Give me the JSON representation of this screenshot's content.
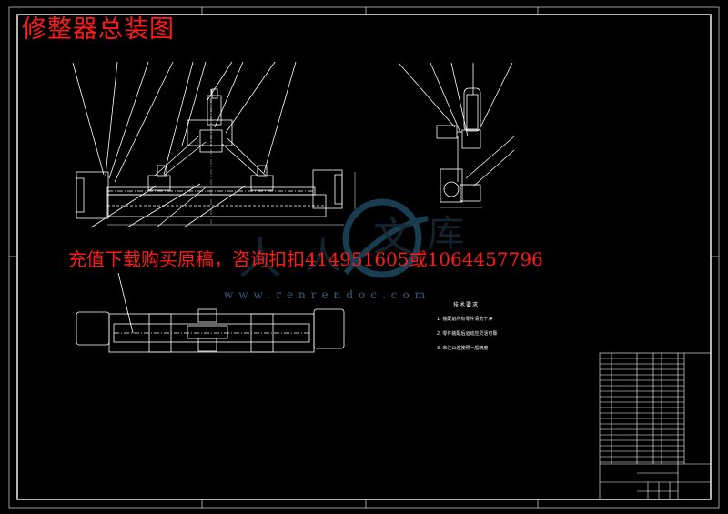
{
  "drawing": {
    "title": "修整器总装图",
    "ad_text": "充值下载购买原稿，咨询扣扣414951605或1064457796",
    "watermark_url": "www.renrendoc.com",
    "watermark_logo_text": "人人文库"
  },
  "technical_requirements": {
    "heading": "技术要求",
    "items": [
      "1. 装配前所有零件清洗干净",
      "2. 零件装配后运动应灵活可靠",
      "3. 未注公差按照一般精度"
    ]
  },
  "colors": {
    "background": "#000000",
    "lines": "#ffffff",
    "annotation_red": "#ff1a1a",
    "watermark": "#3a5f7a"
  }
}
